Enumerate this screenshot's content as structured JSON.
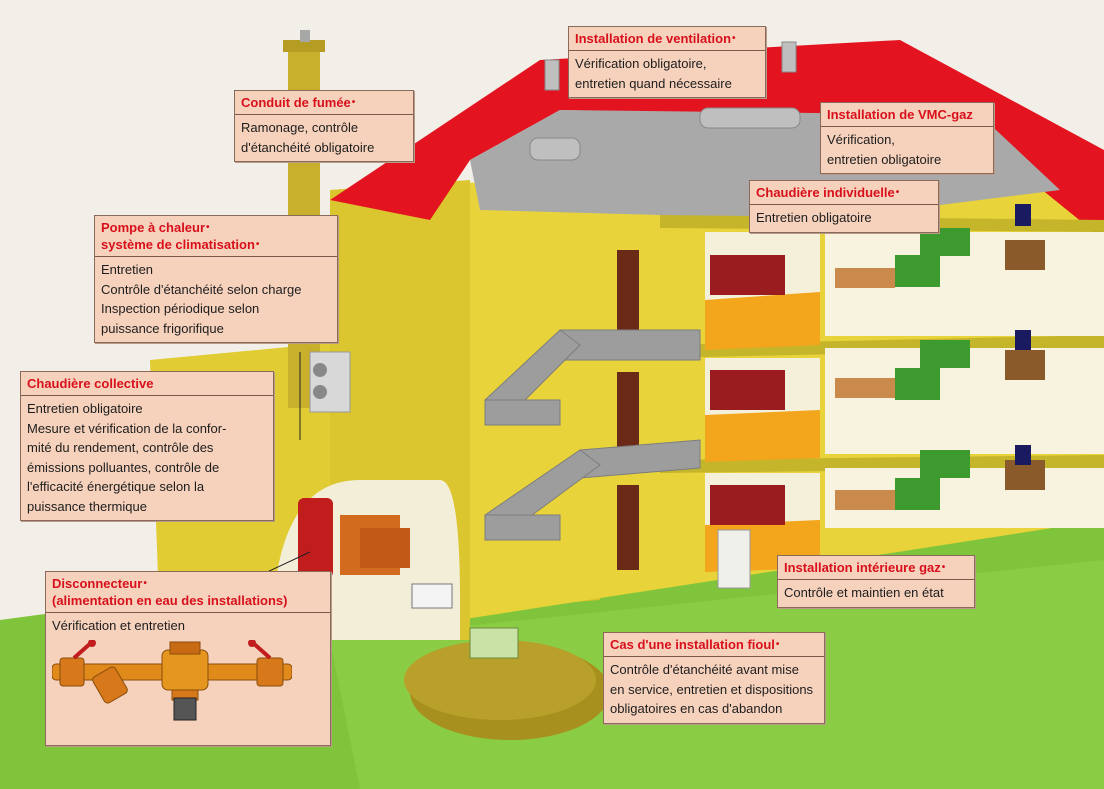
{
  "callouts": {
    "ventilation": {
      "title": [
        "Installation de ventilation"
      ],
      "lines": [
        "Vérification obligatoire,",
        "entretien quand nécessaire"
      ]
    },
    "fumee": {
      "title": [
        "Conduit de fumée"
      ],
      "lines": [
        "Ramonage, contrôle",
        "d'étanchéité obligatoire"
      ]
    },
    "vmc": {
      "title": [
        "Installation de VMC-gaz"
      ],
      "lines": [
        "Vérification,",
        "entretien obligatoire"
      ]
    },
    "chaudiere_indiv": {
      "title": [
        "Chaudière individuelle"
      ],
      "lines": [
        "Entretien obligatoire"
      ]
    },
    "pompe": {
      "title": [
        "Pompe à chaleur",
        "système de climatisation"
      ],
      "lines": [
        "Entretien",
        "Contrôle d'étanchéité selon charge",
        "Inspection périodique selon",
        "puissance frigorifique"
      ]
    },
    "chaudiere_coll": {
      "title": [
        "Chaudière collective"
      ],
      "lines": [
        "Entretien obligatoire",
        "Mesure et vérification de la confor-",
        "mité du rendement,  contrôle des",
        "émissions polluantes, contrôle de",
        "l'efficacité énergétique selon la",
        "puissance thermique"
      ]
    },
    "disconnecteur": {
      "title": [
        "Disconnecteur",
        "(alimentation en eau des installations)"
      ],
      "lines": [
        "Vérification et entretien"
      ]
    },
    "gaz_interieur": {
      "title": [
        "Installation intérieure gaz"
      ],
      "lines": [
        "Contrôle et maintien en état"
      ]
    },
    "fioul": {
      "title": [
        "Cas d'une installation fioul"
      ],
      "lines": [
        "Contrôle d'étanchéité avant mise",
        "en service, entretien et dispositions",
        "obligatoires en cas d'abandon"
      ]
    }
  },
  "colors": {
    "roof": "#e3141f",
    "wall": "#e8d43a",
    "wall_dark": "#cdb92a",
    "grass": "#7fc43b",
    "slab": "#a8a8a8",
    "callout_bg": "#f6d2bd",
    "callout_title": "#d8101b"
  }
}
